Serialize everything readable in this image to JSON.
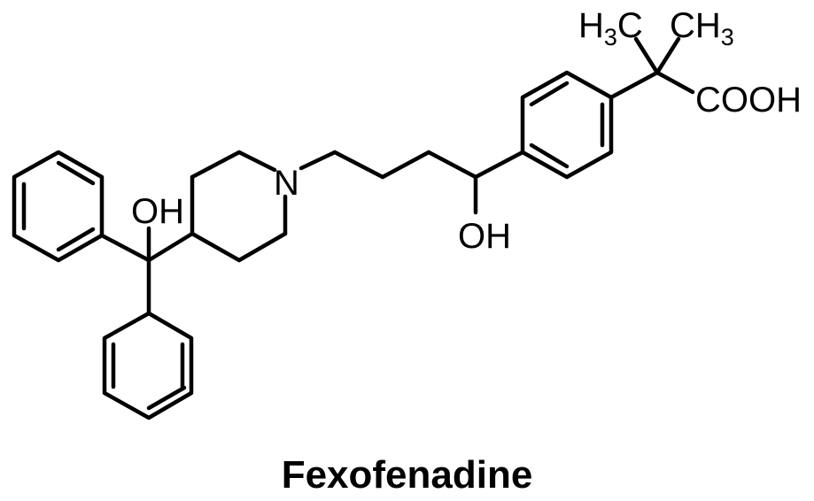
{
  "compound_name": "Fexofenadine",
  "labels": {
    "methyl_left": {
      "main": "H",
      "sub": "3",
      "tail": "C"
    },
    "methyl_right": {
      "main": "CH",
      "sub": "3"
    },
    "carboxyl": "COOH",
    "nitrogen": "N",
    "hydroxyl_carbinol": "OH",
    "hydroxyl_chain": "OH"
  },
  "colors": {
    "ink": "#000000",
    "background": "#ffffff"
  }
}
